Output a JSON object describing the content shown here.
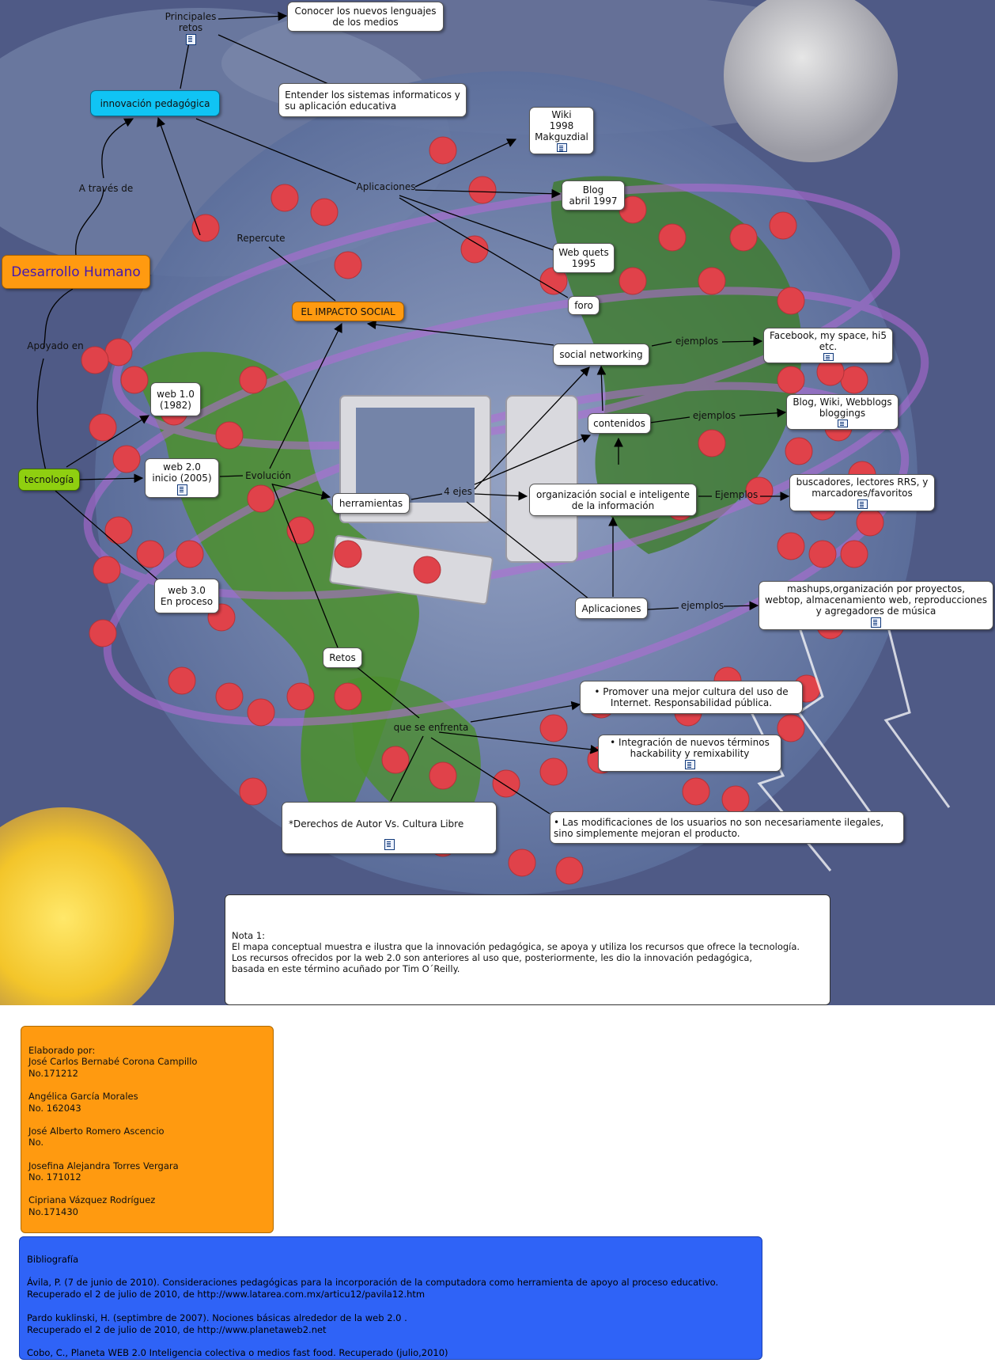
{
  "map": {
    "principales_retos": "Principales\nretos",
    "conocer": "Conocer los nuevos lenguajes\nde los medios",
    "entender": "Entender los sistemas informaticos y\nsu aplicación educativa",
    "innovacion": "innovación pedagógica",
    "wiki": "Wiki\n1998\nMakguzdial",
    "aplicaciones_top": "Aplicaciones",
    "blog": "Blog\nabril 1997",
    "a_traves": "A través de",
    "repercute": "Repercute",
    "webquests": "Web quets\n1995",
    "desarrollo": "Desarrollo Humano",
    "foro": "foro",
    "impacto": "EL IMPACTO SOCIAL",
    "ejemplos1": "ejemplos",
    "facebook": "Facebook, my space, hi5\netc.",
    "social": "social networking",
    "apoyado": "Apoyado en",
    "web10": "web 1.0\n(1982)",
    "ejemplos2": "ejemplos",
    "blogwiki": "Blog, Wiki, Webblogs\nbloggings",
    "contenidos": "contenidos",
    "tecnologia": "tecnología",
    "web20": "web 2.0\ninicio (2005)",
    "evolucion": "Evolución",
    "cuatro_ejes": "4 ejes",
    "herramientas": "herramientas",
    "organizacion": "organización social e inteligente\nde la información",
    "ejemplos3": "Ejemplos",
    "buscadores": "buscadores, lectores RRS, y\nmarcadores/favoritos",
    "web30": "web 3.0\nEn proceso",
    "aplicaciones_bottom": "Aplicaciones",
    "ejemplos4": "ejemplos",
    "mashups": "mashups,organización por proyectos,\nwebtop, almacenamiento web, reproducciones\ny agregadores de música",
    "retos": "Retos",
    "promover": "•    Promover una mejor cultura del uso de\nInternet. Responsabilidad pública.",
    "que_se_enfrenta": "que se enfrenta",
    "integracion": "•    Integración de nuevos términos\nhackability y remixability",
    "derechos": "*Derechos de Autor Vs. Cultura Libre",
    "modificaciones": "•    Las modificaciones de los usuarios no son necesariamente ilegales,\nsino simplemente mejoran el producto."
  },
  "note": "Nota 1:\nEl mapa conceptual muestra e ilustra que la innovación pedagógica, se apoya y utiliza los recursos que ofrece la tecnología.\nLos recursos ofrecidos por la web 2.0 son anteriores al uso que, posteriormente, les dio  la innovación pedagógica,\nbasada en este término acuñado por Tim O´Reilly.",
  "authors": "Elaborado por:\nJosé Carlos Bernabé Corona Campillo\n   No.171212\n\nAngélica García Morales\nNo. 162043\n\nJosé Alberto Romero Ascencio\nNo.\n\nJosefina Alejandra Torres Vergara\n No. 171012\n\nCipriana Vázquez Rodríguez\nNo.171430",
  "bibliography": "Bibliografía\n\nÁvila, P. (7 de junio de 2010). Consideraciones pedagógicas para la incorporación de la computadora como herramienta de apoyo al proceso educativo.\nRecuperado el 2 de julio de 2010, de http://www.latarea.com.mx/articu12/pavila12.htm\n\nPardo kuklinski, H. (septimbre de 2007). Nociones básicas alrededor de la web 2.0 .\nRecuperado el 2 de julio de 2010, de http://www.planetaweb2.net\n\nCobo, C., Planeta WEB 2.0 Inteligencia colectiva o medios fast food. Recuperado (julio,2010)",
  "colors": {
    "box_blue": "#10c4f4",
    "box_orange": "#ff9a10",
    "box_green": "#8fcf10",
    "authors_bg": "#ff9a10",
    "biblio_bg": "#2f63f7",
    "node_red": "#e0424a"
  },
  "icons": [
    "document-icon"
  ]
}
